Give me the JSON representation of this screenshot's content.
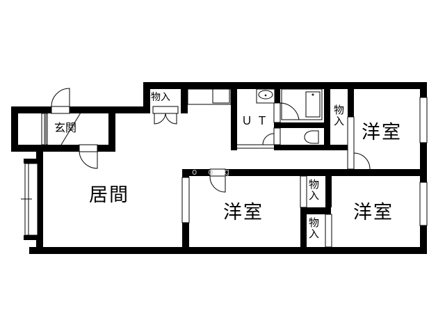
{
  "floor_plan": {
    "background": "#ffffff",
    "wall_color": "#000000",
    "rooms": {
      "entrance": "玄関",
      "living": "居間",
      "unit_bath": "ＵＴ",
      "western_room_ne": "洋室",
      "western_room_center": "洋室",
      "western_room_se": "洋室"
    },
    "closets": {
      "top_closet": "物入",
      "bath_side_closet": "物入",
      "center_closet_upper": "物入",
      "center_closet_lower": "物入"
    },
    "watermark": "o o g"
  }
}
